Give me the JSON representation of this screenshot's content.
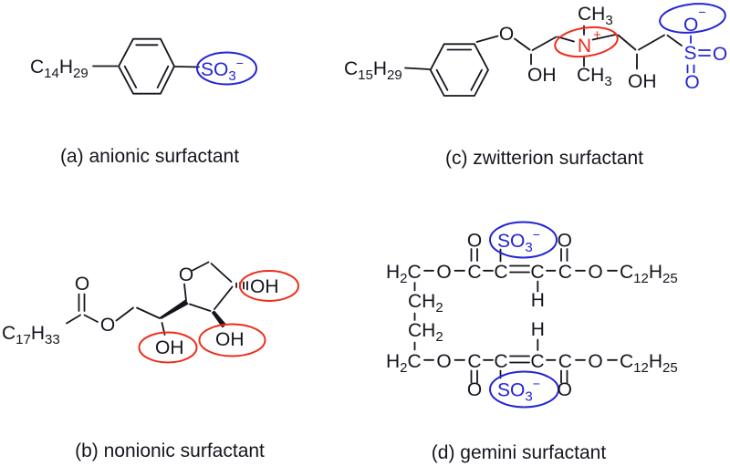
{
  "palette": {
    "background": "#ffffff",
    "black": "#15151e",
    "blue": "#2424d6",
    "red": "#ee2d1c"
  },
  "panels": {
    "a": {
      "caption": "(a) anionic surfactant",
      "chain": [
        "C",
        "14",
        "H",
        "29"
      ],
      "so3": [
        "SO",
        "3",
        "−"
      ]
    },
    "b": {
      "caption": "(b) nonionic surfactant",
      "chain": [
        "C",
        "17",
        "H",
        "33"
      ],
      "carbonyl_o": "O",
      "ester_o": "O",
      "ring_o": "O",
      "oh_chain": "OH",
      "oh_c3": "OH",
      "oh_c4": "OH"
    },
    "c": {
      "caption": "(c) zwitterion surfactant",
      "chain": [
        "C",
        "15",
        "H",
        "29"
      ],
      "aryl_o": "O",
      "oh_left": "OH",
      "n": "N",
      "plus": "+",
      "ch3_top": [
        "CH",
        "3"
      ],
      "ch3_bottom": [
        "CH",
        "3"
      ],
      "oh_right": "OH",
      "s": "S",
      "o_minus": [
        "O",
        "−"
      ],
      "o_right": "O",
      "o_bottom": "O"
    },
    "d": {
      "caption": "(d) gemini surfactant",
      "h2c": [
        "H",
        "2",
        "C"
      ],
      "o": "O",
      "c": "C",
      "h": "H",
      "ch2": [
        "CH",
        "2"
      ],
      "tail": [
        "C",
        "12",
        "H",
        "25"
      ],
      "so3": [
        "SO",
        "3",
        "−"
      ]
    }
  }
}
